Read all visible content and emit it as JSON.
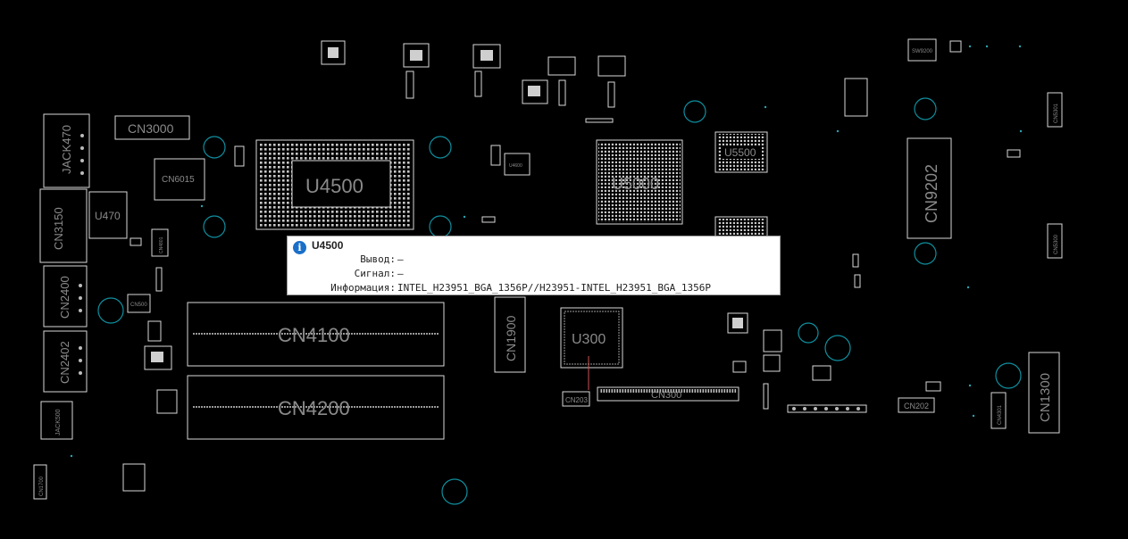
{
  "board": {
    "labels": {
      "u4500": "U4500",
      "u5000": "U5000",
      "u5500": "U5500",
      "cn9202": "CN9202",
      "cn3000": "CN3000",
      "jack470": "JACK470",
      "cn6015": "CN6015",
      "cn3150": "CN3150",
      "u470": "U470",
      "cn2400": "CN2400",
      "cn2402": "CN2402",
      "cn4100": "CN4100",
      "cn4200": "CN4200",
      "cn1900": "CN1900",
      "u300": "U300",
      "cn300": "CN300",
      "cn203": "CN203",
      "cn202": "CN202",
      "cn1300": "CN1300",
      "cn5301": "CN5301",
      "cn5300": "CN5300",
      "jack500": "JACK500",
      "cn1700": "CN1700",
      "sw9200": "SW9200",
      "cn4301": "CN4301",
      "u4600": "U4600",
      "cn4801": "CN4801",
      "cn500": "CN500"
    }
  },
  "tooltip": {
    "icon": "info-icon",
    "icon_glyph": "i",
    "title": "U4500",
    "rows": [
      {
        "key": "Вывод:",
        "value": "—"
      },
      {
        "key": "Сигнал:",
        "value": "—"
      },
      {
        "key": "Информация:",
        "value": "INTEL_H23951_BGA_1356P//H23951-INTEL_H23951_BGA_1356P"
      }
    ]
  },
  "colors": {
    "background": "#000000",
    "outline": "#d8d8d8",
    "via": "#0e8f9f",
    "label": "#8a8a8a",
    "tooltip_bg": "#ffffff",
    "info_icon": "#1a6fc9"
  }
}
